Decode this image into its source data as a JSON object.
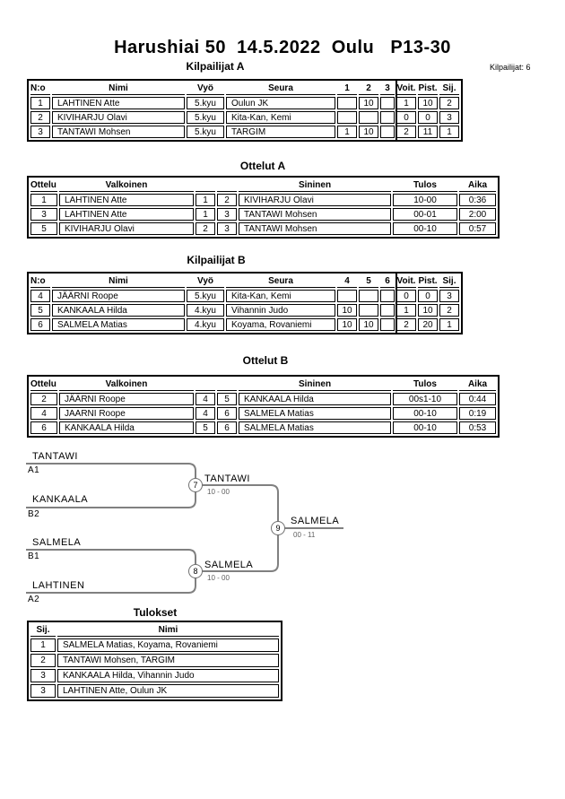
{
  "page": {
    "title": "Harushiai 50  14.5.2022  Oulu   P13-30",
    "competitors": "Kilpailijat: 6"
  },
  "pool_a": {
    "heading": "Kilpailijat A",
    "headers": {
      "no": "N:o",
      "name": "Nimi",
      "belt": "Vyö",
      "club": "Seura",
      "m1": "1",
      "m2": "2",
      "m3": "3",
      "wins": "Voit.",
      "points": "Pist.",
      "place": "Sij."
    },
    "rows": [
      {
        "no": "1",
        "name": "LAHTINEN Atte",
        "belt": "5.kyu",
        "club": "Oulun JK",
        "m1": "",
        "m2": "10",
        "m3": "",
        "wins": "1",
        "points": "10",
        "place": "2"
      },
      {
        "no": "2",
        "name": "KIVIHARJU Olavi",
        "belt": "5.kyu",
        "club": "Kita-Kan, Kemi",
        "m1": "",
        "m2": "",
        "m3": "",
        "wins": "0",
        "points": "0",
        "place": "3"
      },
      {
        "no": "3",
        "name": "TANTAWI Mohsen",
        "belt": "5.kyu",
        "club": "TARGIM",
        "m1": "1",
        "m2": "10",
        "m3": "",
        "wins": "2",
        "points": "11",
        "place": "1"
      }
    ]
  },
  "matches_a": {
    "heading": "Ottelut A",
    "headers": {
      "match": "Ottelu",
      "white": "Valkoinen",
      "blue": "Sininen",
      "result": "Tulos",
      "time": "Aika"
    },
    "rows": [
      {
        "match": "1",
        "white": "LAHTINEN Atte",
        "wno": "1",
        "bno": "2",
        "blue": "KIVIHARJU Olavi",
        "result": "10-00",
        "time": "0:36"
      },
      {
        "match": "3",
        "white": "LAHTINEN Atte",
        "wno": "1",
        "bno": "3",
        "blue": "TANTAWI Mohsen",
        "result": "00-01",
        "time": "2:00"
      },
      {
        "match": "5",
        "white": "KIVIHARJU Olavi",
        "wno": "2",
        "bno": "3",
        "blue": "TANTAWI Mohsen",
        "result": "00-10",
        "time": "0:57"
      }
    ]
  },
  "pool_b": {
    "heading": "Kilpailijat B",
    "headers": {
      "no": "N:o",
      "name": "Nimi",
      "belt": "Vyö",
      "club": "Seura",
      "m1": "4",
      "m2": "5",
      "m3": "6",
      "wins": "Voit.",
      "points": "Pist.",
      "place": "Sij."
    },
    "rows": [
      {
        "no": "4",
        "name": "JÄÄRNI Roope",
        "belt": "5.kyu",
        "club": "Kita-Kan, Kemi",
        "m1": "",
        "m2": "",
        "m3": "",
        "wins": "0",
        "points": "0",
        "place": "3"
      },
      {
        "no": "5",
        "name": "KANKAALA Hilda",
        "belt": "4.kyu",
        "club": "Vihannin Judo",
        "m1": "10",
        "m2": "",
        "m3": "",
        "wins": "1",
        "points": "10",
        "place": "2"
      },
      {
        "no": "6",
        "name": "SALMELA Matias",
        "belt": "4.kyu",
        "club": "Koyama, Rovaniemi",
        "m1": "10",
        "m2": "10",
        "m3": "",
        "wins": "2",
        "points": "20",
        "place": "1"
      }
    ]
  },
  "matches_b": {
    "heading": "Ottelut B",
    "headers": {
      "match": "Ottelu",
      "white": "Valkoinen",
      "blue": "Sininen",
      "result": "Tulos",
      "time": "Aika"
    },
    "rows": [
      {
        "match": "2",
        "white": "JÄÄRNI Roope",
        "wno": "4",
        "bno": "5",
        "blue": "KANKAALA Hilda",
        "result": "00s1-10",
        "time": "0:44"
      },
      {
        "match": "4",
        "white": "JAARNI Roope",
        "wno": "4",
        "bno": "6",
        "blue": "SALMELA Matias",
        "result": "00-10",
        "time": "0:19"
      },
      {
        "match": "6",
        "white": "KANKAALA Hilda",
        "wno": "5",
        "bno": "6",
        "blue": "SALMELA Matias",
        "result": "00-10",
        "time": "0:53"
      }
    ]
  },
  "bracket": {
    "slots": {
      "a1_name": "TANTAWI",
      "a1_seed": "A1",
      "b2_name": "KANKAALA",
      "b2_seed": "B2",
      "b1_name": "SALMELA",
      "b1_seed": "B1",
      "a2_name": "LAHTINEN",
      "a2_seed": "A2"
    },
    "sf1": {
      "no": "7",
      "winner": "TANTAWI",
      "score": "10 - 00"
    },
    "sf2": {
      "no": "8",
      "winner": "SALMELA",
      "score": "10 - 00"
    },
    "final": {
      "no": "9",
      "winner": "SALMELA",
      "score": "00 - 11"
    }
  },
  "results": {
    "heading": "Tulokset",
    "headers": {
      "place": "Sij.",
      "name": "Nimi"
    },
    "rows": [
      {
        "place": "1",
        "name": "SALMELA Matias, Koyama, Rovaniemi"
      },
      {
        "place": "2",
        "name": "TANTAWI Mohsen, TARGIM"
      },
      {
        "place": "3",
        "name": "KANKAALA Hilda, Vihannin Judo"
      },
      {
        "place": "3",
        "name": "LAHTINEN Atte, Oulun JK"
      }
    ]
  },
  "colors": {
    "bracket_line": "#808080",
    "score_text": "#606060",
    "border": "#000000"
  }
}
